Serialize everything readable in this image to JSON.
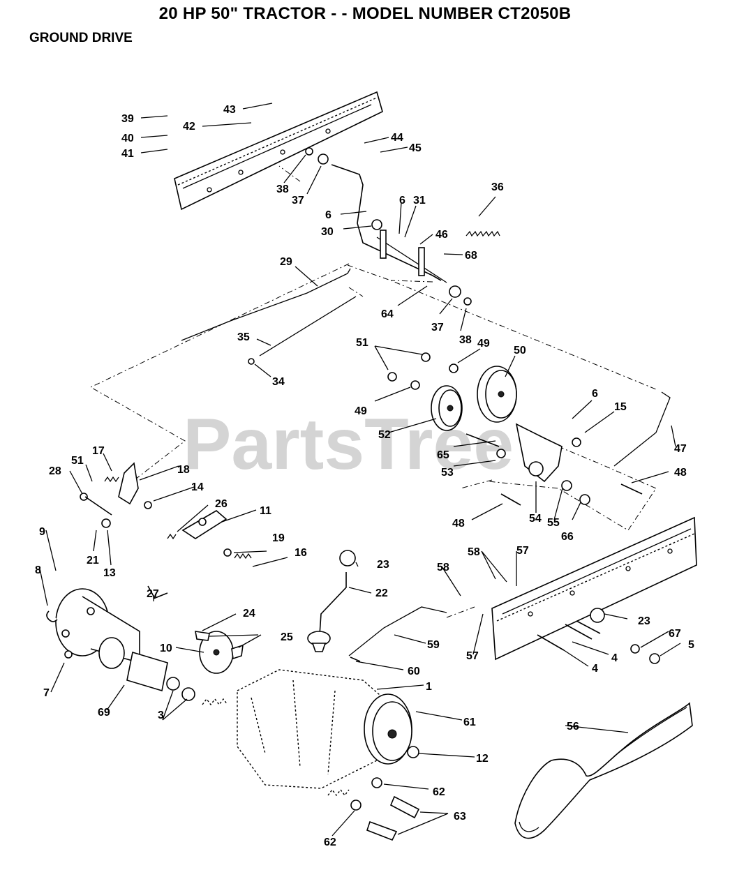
{
  "header": {
    "title": "20 HP 50\" TRACTOR - - MODEL NUMBER CT2050B",
    "subtitle": "GROUND DRIVE"
  },
  "watermark": "PartsTree",
  "callouts": [
    {
      "label": "43"
    },
    {
      "label": "39"
    },
    {
      "label": "42"
    },
    {
      "label": "40"
    },
    {
      "label": "41"
    },
    {
      "label": "44"
    },
    {
      "label": "45"
    },
    {
      "label": "38"
    },
    {
      "label": "37"
    },
    {
      "label": "36"
    },
    {
      "label": "6"
    },
    {
      "label": "6"
    },
    {
      "label": "31"
    },
    {
      "label": "30"
    },
    {
      "label": "46"
    },
    {
      "label": "68"
    },
    {
      "label": "29"
    },
    {
      "label": "64"
    },
    {
      "label": "37"
    },
    {
      "label": "38"
    },
    {
      "label": "35"
    },
    {
      "label": "34"
    },
    {
      "label": "51"
    },
    {
      "label": "49"
    },
    {
      "label": "50"
    },
    {
      "label": "49"
    },
    {
      "label": "52"
    },
    {
      "label": "6"
    },
    {
      "label": "15"
    },
    {
      "label": "65"
    },
    {
      "label": "53"
    },
    {
      "label": "47"
    },
    {
      "label": "17"
    },
    {
      "label": "28"
    },
    {
      "label": "51"
    },
    {
      "label": "18"
    },
    {
      "label": "14"
    },
    {
      "label": "26"
    },
    {
      "label": "11"
    },
    {
      "label": "48"
    },
    {
      "label": "48"
    },
    {
      "label": "54"
    },
    {
      "label": "55"
    },
    {
      "label": "66"
    },
    {
      "label": "21"
    },
    {
      "label": "13"
    },
    {
      "label": "19"
    },
    {
      "label": "16"
    },
    {
      "label": "9"
    },
    {
      "label": "8"
    },
    {
      "label": "27"
    },
    {
      "label": "23"
    },
    {
      "label": "22"
    },
    {
      "label": "58"
    },
    {
      "label": "58"
    },
    {
      "label": "57"
    },
    {
      "label": "24"
    },
    {
      "label": "25"
    },
    {
      "label": "10"
    },
    {
      "label": "23"
    },
    {
      "label": "67"
    },
    {
      "label": "5"
    },
    {
      "label": "59"
    },
    {
      "label": "57"
    },
    {
      "label": "4"
    },
    {
      "label": "4"
    },
    {
      "label": "60"
    },
    {
      "label": "7"
    },
    {
      "label": "69"
    },
    {
      "label": "1"
    },
    {
      "label": "61"
    },
    {
      "label": "3"
    },
    {
      "label": "56"
    },
    {
      "label": "12"
    },
    {
      "label": "62"
    },
    {
      "label": "63"
    },
    {
      "label": "62"
    }
  ]
}
